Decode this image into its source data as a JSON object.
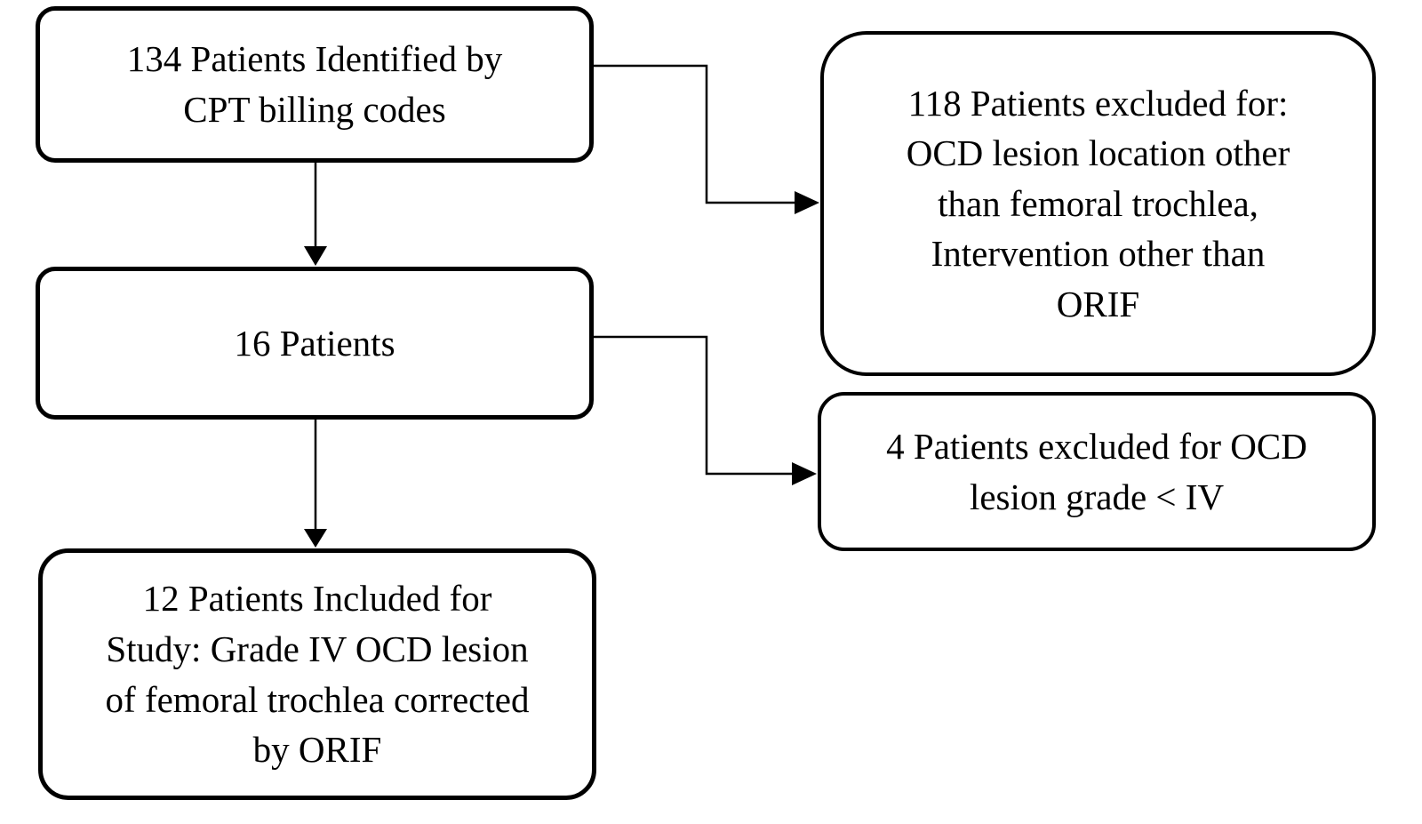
{
  "diagram": {
    "type": "flowchart",
    "colors": {
      "background": "#ffffff",
      "line": "#000000",
      "text": "#000000"
    },
    "nodes": [
      {
        "id": "patients-identified",
        "label": "134 Patients Identified by\nCPT billing codes"
      },
      {
        "id": "patients-sixteen",
        "label": "16 Patients"
      },
      {
        "id": "patients-included",
        "label": "12 Patients Included for\nStudy: Grade IV OCD lesion\nof femoral trochlea corrected\nby ORIF"
      },
      {
        "id": "excluded-118",
        "label": "118 Patients excluded for:\nOCD lesion location other\nthan femoral trochlea,\nIntervention other than\nORIF"
      },
      {
        "id": "excluded-4",
        "label": "4 Patients excluded for OCD\nlesion grade < IV"
      }
    ],
    "edges": [
      {
        "from": "patients-identified",
        "to": "patients-sixteen",
        "style": "straight-down-arrow"
      },
      {
        "from": "patients-sixteen",
        "to": "patients-included",
        "style": "straight-down-arrow"
      },
      {
        "from": "patients-identified",
        "to": "excluded-118",
        "style": "elbow-right-arrow"
      },
      {
        "from": "patients-sixteen",
        "to": "excluded-4",
        "style": "elbow-right-arrow"
      }
    ]
  }
}
